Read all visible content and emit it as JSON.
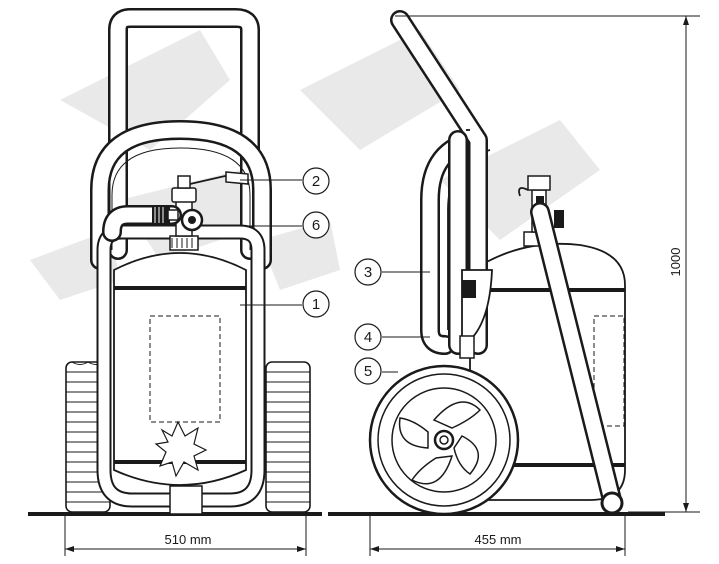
{
  "dimensions": {
    "front_width": "510 mm",
    "side_width": "455 mm",
    "height": "1000"
  },
  "callouts": [
    "1",
    "2",
    "3",
    "4",
    "5",
    "6"
  ],
  "colors": {
    "line": "#1a1a1a",
    "background": "#ffffff",
    "watermark": "#e6e6e6"
  }
}
